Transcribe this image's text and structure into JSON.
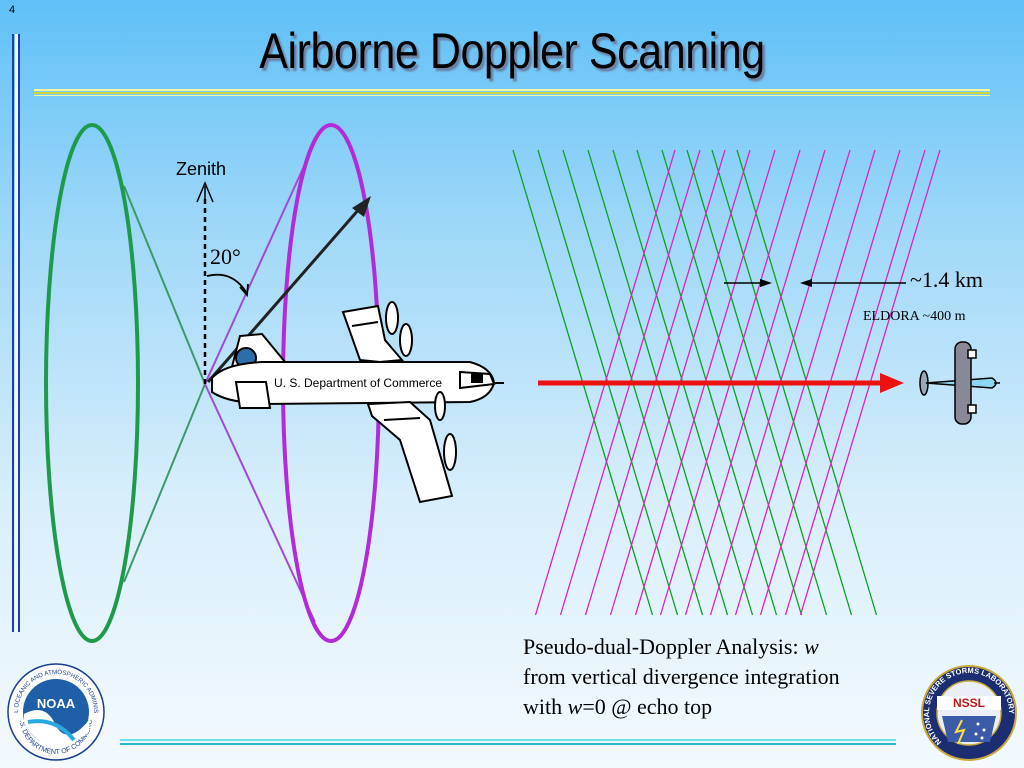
{
  "slide": {
    "number": "4",
    "title": "Airborne Doppler Scanning"
  },
  "diagram": {
    "zenith_label": "Zenith",
    "angle_label": "20°",
    "aircraft_label": "U. S. Department of Commerce",
    "spacing_label": "~1.4 km",
    "eldora_label": "ELDORA ~400 m"
  },
  "caption": {
    "line1_text": "Pseudo-dual-Doppler Analysis: ",
    "line1_italic": "w",
    "line2": "from vertical divergence integration",
    "line3_pre": "with ",
    "line3_italic": "w",
    "line3_post": "=0 @ echo top"
  },
  "logos": {
    "noaa_center": "NOAA",
    "noaa_ring_top": "NATIONAL OCEANIC AND ATMOSPHERIC ADMINISTRATION",
    "noaa_ring_bottom": "U.S. DEPARTMENT OF COMMERCE",
    "nssl_center": "NSSL",
    "nssl_ring": "NATIONAL SEVERE STORMS LABORATORY"
  },
  "colors": {
    "green_scan": "#1e9b4a",
    "magenta_scan": "#c020d8",
    "grid_green": "#0aa020",
    "grid_magenta": "#e020c0",
    "arrow_red": "#ee1111"
  }
}
